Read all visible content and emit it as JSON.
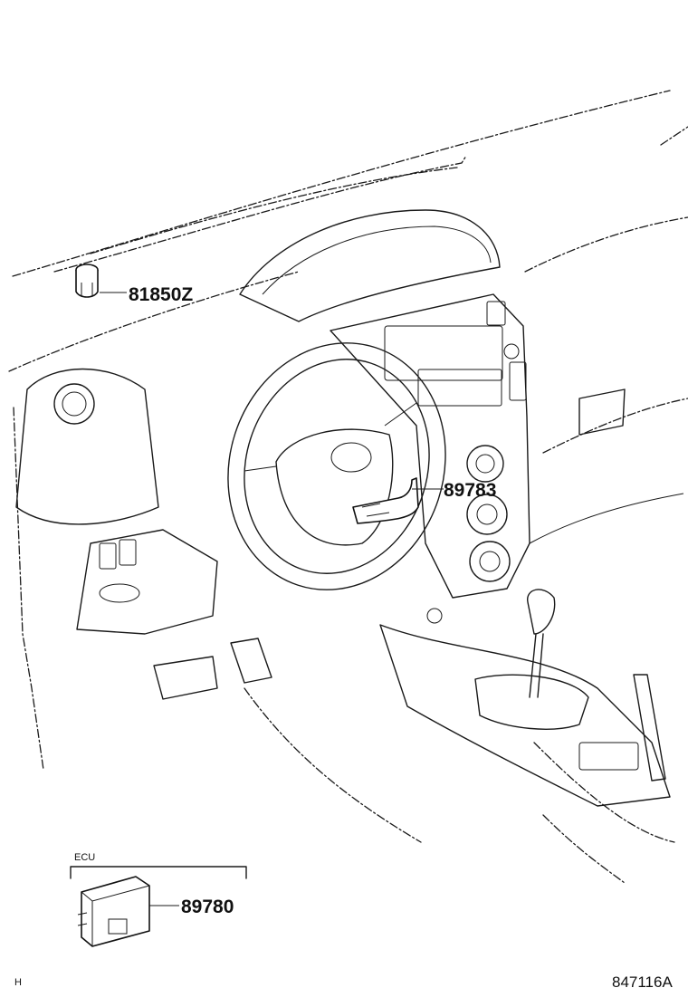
{
  "diagram": {
    "callouts": {
      "part_a": "81850Z",
      "part_b": "89783",
      "part_c": "89780"
    },
    "group_label": "ECU",
    "corner_mark": "H",
    "figure_code": "847116A"
  }
}
